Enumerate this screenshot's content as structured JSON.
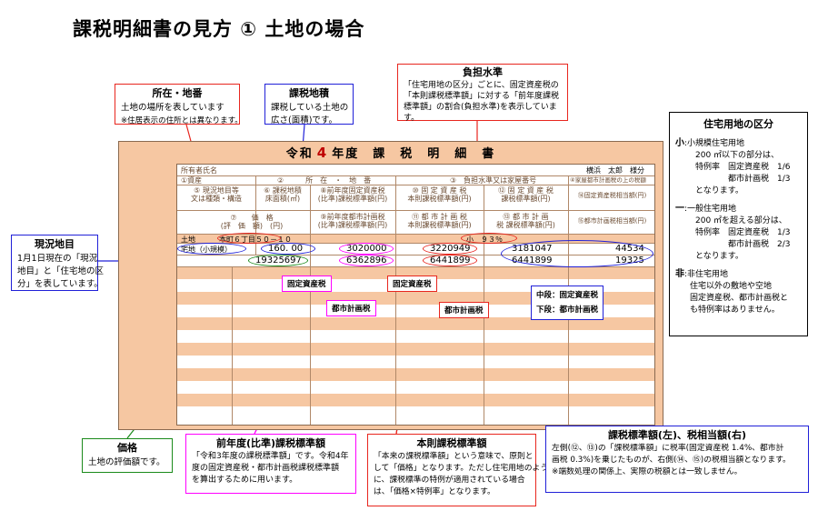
{
  "title": "課税明細書の見方 ① 土地の場合",
  "callouts": {
    "shozai": {
      "heading": "所在・地番",
      "lines": [
        "土地の場所を表しています",
        "※住居表示の住所とは異なります。"
      ]
    },
    "chiseki": {
      "heading": "課税地積",
      "lines": [
        "課税している土地の",
        "広さ(面積)です。"
      ]
    },
    "futan": {
      "heading": "負担水準",
      "lines": [
        "「住宅用地の区分」ごとに、固定資産税の",
        "「本則課税標準額」に対する「前年度課税",
        "標準額」の割合(負担水準)を表示していま",
        "す。"
      ]
    },
    "genkyo": {
      "heading": "現況地目",
      "lines": [
        "1月1日現在の「現況",
        "地目」と「住宅地の区",
        "分」を表しています。"
      ]
    },
    "kakaku": {
      "heading": "価格",
      "lines": [
        "土地の評価額です。"
      ]
    },
    "zennendo": {
      "heading": "前年度(比準)課税標準額",
      "lines": [
        "「令和3年度の課税標準額」です。令和4年",
        "度の固定資産税・都市計画税課税標準額",
        "を算出するために用います。"
      ]
    },
    "honsoku": {
      "heading": "本則課税標準額",
      "lines": [
        "「本来の課税標準額」という意味で、原則と",
        "して「価格」となります。ただし住宅用地のよう",
        "に、課税標準の特例が適用されている場合",
        "は、「価格×特例率」となります。"
      ]
    },
    "kazei": {
      "heading": "課税標準額(左)、税相当額(右)",
      "lines": [
        "左側(⑫、⑬)の「課税標準額」に税率(固定資産税 1.4%、都市計",
        "画税 0.3%)を乗じたものが、右側(⑭、⑮)の税相当額となります。",
        "※端数処理の関係上、実際の税額とは一致しません。"
      ]
    }
  },
  "side_panel": {
    "heading": "住宅用地の区分",
    "sho_label": "小",
    "sho_lines": [
      ":小規模住宅用地",
      "200 ㎡以下の部分は、",
      "特例率　固定資産税　1/6",
      "　　　　都市計画税　1/3",
      "となります。"
    ],
    "ippan_label": "一",
    "ippan_lines": [
      ":一般住宅用地",
      "200 ㎡を超える部分は、",
      "特例率　固定資産税　1/3",
      "　　　　都市計画税　2/3",
      "となります。"
    ],
    "hi_label": "非",
    "hi_lines": [
      ":非住宅用地",
      "住宅以外の敷地や空地",
      "固定資産税、都市計画税と",
      "も特例率はありません。"
    ]
  },
  "sheet": {
    "title_pre": "令和",
    "title_year": "4",
    "title_post": "年度　課　税　明　細　書",
    "owner_label": "所有者氏名",
    "owner_name": "横浜　太郎　様分",
    "h1": "①資産",
    "h2": "②　　　所　在　・　地　番",
    "h3": "③　負担水準又は家屋番号",
    "h4": "④家屋都市計画税の上の税額",
    "h5": "⑤ 現況地目等\n文は種類・構造",
    "h6": "⑥ 課税地積\n床面積(㎡)",
    "h7": "⑧前年度固定資産税\n(比準)課税標準額(円)",
    "h8": "⑩ 固 定 資 産 税\n本則課税標準額(円)",
    "h9": "⑫ 固 定 資 産 税\n課税標準額(円)",
    "h10": "⑭固定資産税相当額(円)",
    "h11": "⑦　　価　格\n(評　価　額)　(円)",
    "h12": "⑨前年度都市計画税\n(比準)課税標準額(円)",
    "h13": "⑪ 都 市 計 画 税\n本則課税標準額(円)",
    "h14": "⑬ 都 市 計 画\n税 課税標準額(円)",
    "h15": "⑮都市計画税相当額(円)",
    "r_asset": "土地",
    "r_address": "本町６丁目５０－１０",
    "r_futan": "小　９３％",
    "r_chimoku": "宅地（小規模）",
    "r_chiseki": "160. 00",
    "r_zen_kotei": "3020000",
    "r_hon_kotei": "3220949",
    "r_kazei_kotei": "3181047",
    "r_zei_kotei": "44534",
    "r_kakaku": "19325697",
    "r_zen_toshi": "6362896",
    "r_hon_toshi": "6441899",
    "r_kazei_toshi": "6441899",
    "r_zei_toshi": "19325"
  },
  "tags": {
    "kotei1": "固定資産税",
    "toshi1": "都市計画税",
    "kotei2": "固定資産税",
    "toshi2": "都市計画税",
    "chudan": "中段：固定資産税",
    "gedan": "下段：都市計画税"
  },
  "colors": {
    "red": "#e8261e",
    "blue": "#2020d8",
    "green": "#1a8a1a",
    "magenta": "#ff00ff",
    "sheet": "#f6c7a2"
  }
}
